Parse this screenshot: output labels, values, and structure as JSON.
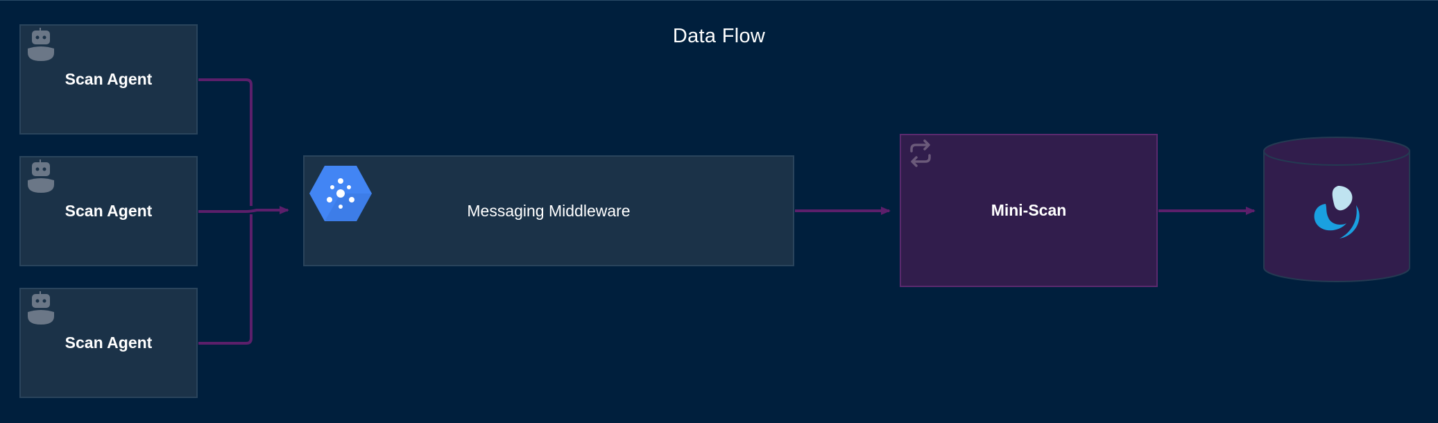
{
  "diagram": {
    "title": "Data Flow",
    "agents": [
      {
        "label": "Scan Agent"
      },
      {
        "label": "Scan Agent"
      },
      {
        "label": "Scan Agent"
      }
    ],
    "middleware": {
      "label": "Messaging Middleware",
      "icon": "pubsub-hexagon-icon"
    },
    "processor": {
      "label": "Mini-Scan",
      "icon": "sync-icon"
    },
    "store": {
      "icon": "database-logo-icon"
    },
    "colors": {
      "background": "#001f3d",
      "node_fill": "#1b3248",
      "processor_fill": "#311d4c",
      "edge": "#5c1f6b",
      "icon_grey": "#6b7787",
      "hex_blue": "#4285f4"
    }
  }
}
